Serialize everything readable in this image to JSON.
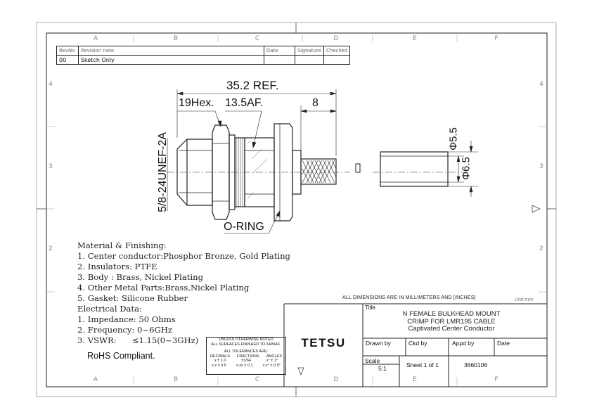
{
  "zones": {
    "columns": [
      "A",
      "B",
      "C",
      "D",
      "E",
      "F"
    ],
    "rows": [
      "4",
      "3",
      "2"
    ]
  },
  "revision_table": {
    "headers": [
      "RevNo",
      "Revision note",
      "Date",
      "Signature",
      "Checked"
    ],
    "rows": [
      [
        "00",
        "Sketch Only",
        "",
        "",
        ""
      ]
    ]
  },
  "drawing": {
    "dim_overall": "35.2 REF.",
    "dim_hex": "19Hex.",
    "dim_af": "13.5AF.",
    "dim_pin": "8",
    "thread": "5/8-24UNEF-2A",
    "oring": "O-RING",
    "dia_inner": "Φ5.5",
    "dia_outer": "Φ6.5"
  },
  "notes": {
    "materials_title": "Material & Finishing:",
    "materials": [
      "1. Center conductor:Phosphor Bronze, Gold Plating",
      "2. Insulators: PTFE",
      "3. Body : Brass, Nickel Plating",
      "4. Other Metal Parts:Brass,Nickel Plating",
      "5. Gasket: Silicone Rubber"
    ],
    "electrical_title": "Electrical Data:",
    "electrical": [
      "1. Impedance: 50 Ohms",
      "2. Frequency: 0~6GHz",
      "3. VSWR:      ≤1.15(0~3GHz)"
    ],
    "rohs": "RoHS Compliant."
  },
  "dimension_note": "ALL DIMENSIONS ARE IN MILLIMETERS AND [INCHES]",
  "units": "Unit:mm",
  "tolerance": {
    "line1": "UNLESS OTHERWISE NOTED",
    "line2": "ALL SURFACES FINISHED TO 64/MAX.",
    "line3": "ALL TOLERANCES ARE:",
    "decimals_h": "DECIMALS",
    "fractions_h": "FRACTIONS",
    "angles_h": "ANGLES",
    "dec1": "x ± 1.0",
    "dec2": "x.x ± 0.5",
    "dec3": "x.xx ± 0.1",
    "frac": "±1/64",
    "ang1": "x° ± 1°",
    "ang2": "x.x° ± 0.5°"
  },
  "title_block": {
    "title_label": "Title",
    "title_lines": [
      "N FEMALE BULKHEAD MOUNT",
      "CRIMP FOR LMR195 CABLE",
      "Captivated Center Conductor"
    ],
    "company": "TETSU",
    "drawn_by_label": "Drawn by",
    "ckd_by_label": "Ckd by",
    "appd_by_label": "Appd by",
    "date_label": "Date",
    "scale_label": "Scale",
    "scale_value": "5:1",
    "sheet": "Sheet 1 of 1",
    "part_number": "3660106"
  }
}
